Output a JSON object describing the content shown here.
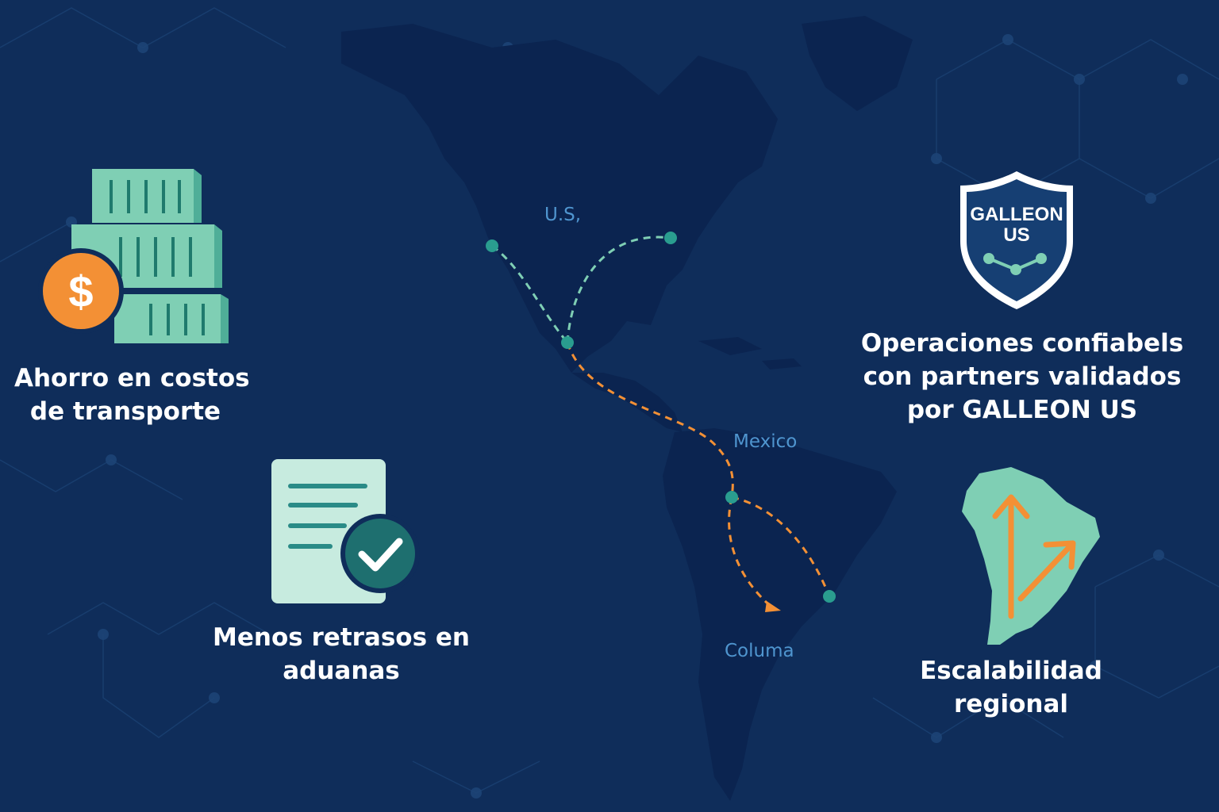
{
  "colors": {
    "background": "#0f2d5a",
    "land": "#0b2450",
    "teal": "#7fcfb4",
    "teal_dark": "#1e6f6f",
    "orange": "#f39035",
    "label_blue": "#4f95cf",
    "text": "#ffffff"
  },
  "map": {
    "labels": {
      "us": "U.S,",
      "mexico": "Mexico",
      "columa": "Columa"
    }
  },
  "features": {
    "cost": {
      "line1": "Ahorro en costos",
      "line2": "de transporte",
      "icon": "containers-dollar-icon"
    },
    "customs": {
      "line1": "Menos retrasos en",
      "line2": "aduanas",
      "icon": "document-check-icon"
    },
    "partners": {
      "line1": "Operaciones confiabels",
      "line2": "con partners validados",
      "line3": "por GALLEON US",
      "icon": "shield-icon"
    },
    "scalability": {
      "line1": "Escalabilidad",
      "line2": "regional",
      "icon": "south-america-arrows-icon"
    }
  },
  "badge": {
    "line1": "GALLEON",
    "line2": "US"
  },
  "icon_text": {
    "dollar": "$"
  }
}
